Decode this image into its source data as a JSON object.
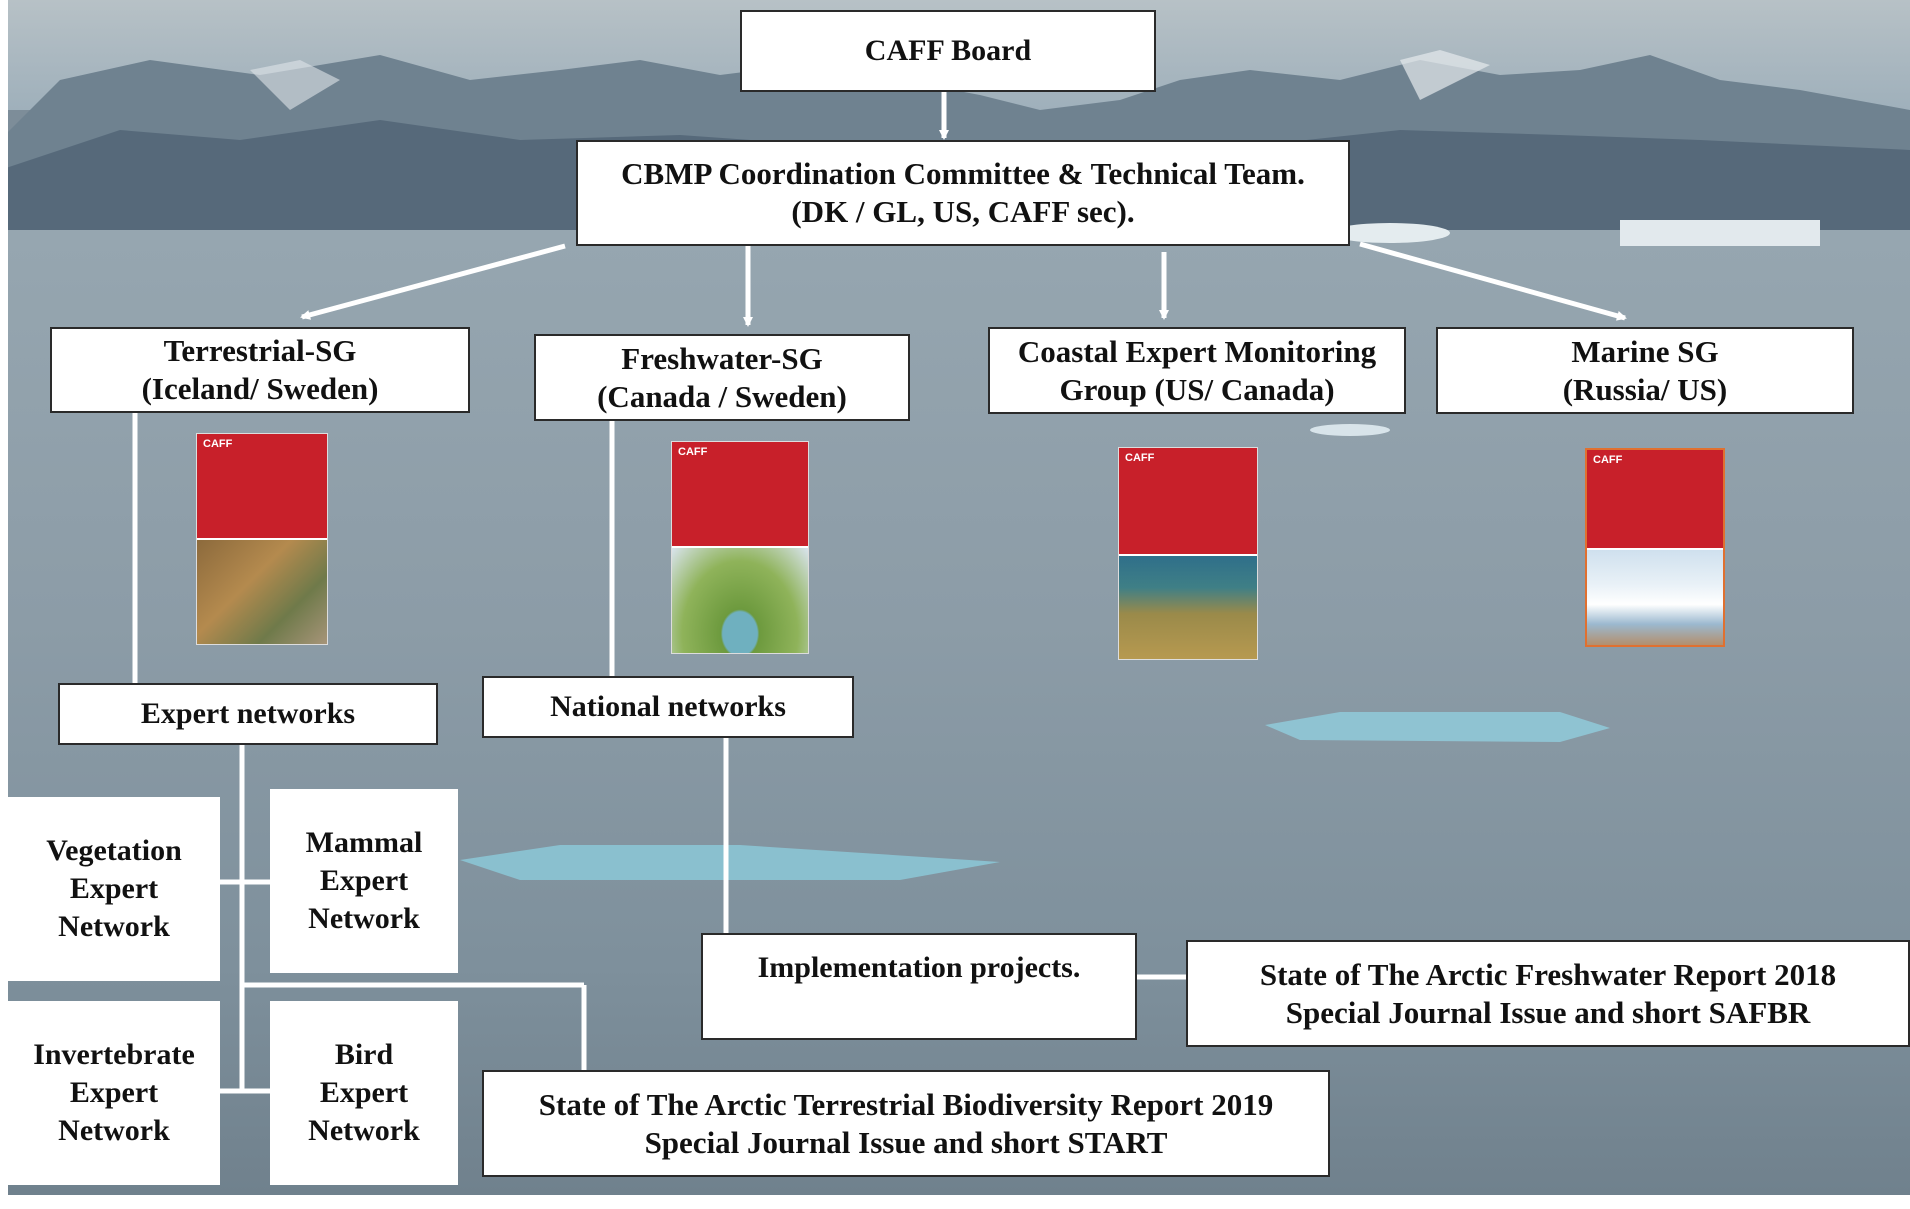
{
  "nodes": {
    "caff_board": "CAFF Board",
    "cbmp": [
      "CBMP Coordination Committee & Technical Team.",
      "(DK / GL, US, CAFF sec)."
    ],
    "terrestrial": [
      "Terrestrial-SG",
      "(Iceland/ Sweden)"
    ],
    "freshwater": [
      "Freshwater-SG",
      "(Canada / Sweden)"
    ],
    "coastal": [
      "Coastal Expert Monitoring",
      "Group (US/ Canada)"
    ],
    "marine": [
      "Marine SG",
      "(Russia/ US)"
    ],
    "expert_networks": "Expert networks",
    "national_networks": "National networks",
    "vegetation": [
      "Vegetation",
      "Expert",
      "Network"
    ],
    "mammal": [
      "Mammal",
      "Expert",
      "Network"
    ],
    "invertebrate": [
      "Invertebrate",
      "Expert",
      "Network"
    ],
    "bird": [
      "Bird",
      "Expert",
      "Network"
    ],
    "implementation": "Implementation projects.",
    "freshwater_report": [
      "State of The Arctic Freshwater Report 2018",
      "Special Journal Issue and short SAFBR"
    ],
    "terrestrial_report": [
      "State of The Arctic Terrestrial Biodiversity Report 2019",
      "Special Journal Issue and short START"
    ]
  },
  "covers": {
    "logo": "CAFF"
  },
  "colors": {
    "cover_red": "#c8202a",
    "connector": "#ffffff",
    "box_border": "#2a2a2a"
  }
}
